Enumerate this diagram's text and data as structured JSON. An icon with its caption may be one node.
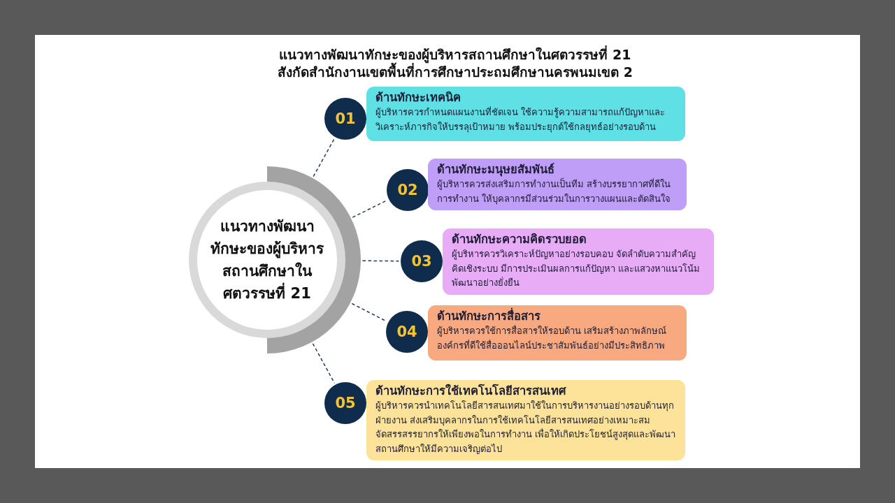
{
  "diagram": {
    "title": "แนวทางพัฒนาทักษะของผู้บริหารสถานศึกษาในศตวรรษที่ 21",
    "nodes": [
      {
        "text": [
          "แนวทางพัฒนาทักษะของผู้บริหารสถานศึกษาในศตวรรษที่ 21"
        ]
      },
      {
        "text": [
          "01"
        ]
      },
      {
        "text": [
          "ด้านทักษะเทคนิค",
          "ผู้บริหารควรกำหนดแผนงานที่ชัดเจน ใช้ความรู้ความสามารถแก้ปัญหาและวิเคราะห์ภารกิจให้บรรลุเป้าหมาย พร้อมประยุกต์ใช้กลยุทธ์อย่างรอบด้าน"
        ]
      },
      {
        "text": [
          "02"
        ]
      },
      {
        "text": [
          "ด้านทักษะมนุษยสัมพันธ์",
          "ผู้บริหารควรส่งเสริมการทำงานเป็นทีม สร้างบรรยากาศที่ดีในการทำงาน ให้บุคลากรมีส่วนร่วมในการวางแผนและตัดสินใจ"
        ]
      },
      {
        "text": [
          "03"
        ]
      },
      {
        "text": [
          "ด้านทักษะความคิดรวบยอด",
          "ผู้บริหารควรวิเคราะห์ปัญหาอย่างรอบคอบ จัดลำดับความสำคัญ คิดเชิงระบบ มีการประเมินผลการแก้ปัญหา และแสวงหาแนวโน้มพัฒนาอย่างยั่งยืน"
        ]
      },
      {
        "text": [
          "04"
        ]
      },
      {
        "text": [
          "ด้านทักษะการสื่อสาร",
          "ผู้บริหารควรใช้การสื่อสารให้รอบด้าน เสริมสร้างภาพลักษณ์องค์กรที่ดีใช้สื่อออนไลน์ประชาสัมพันธ์อย่างมีประสิทธิภาพ"
        ]
      },
      {
        "text": [
          "05"
        ]
      },
      {
        "text": [
          "ด้านทักษะการใช้เทคโนโลยีสารสนเทศ",
          "ผู้บริหารควรนำเทคโนโลยีสารสนเทศมาใช้ในการบริหารงานอย่างรอบด้านทุกฝ่ายงาน ส่งเสริมบุคลากรในการใช้เทคโนโลยีสารสนเทศอย่างเหมาะสม จัดสรรสรรยากรให้เพียงพอในการทำงาน เพื่อให้เกิดประโยชน์สูงสุดและพัฒนาสถานศึกษาให้มีความเจริญต่อไป"
        ]
      }
    ],
    "edges": [
      {
        "from": 0,
        "to": 1,
        "arrow": "none",
        "style": "dashed"
      },
      {
        "from": 0,
        "to": 3,
        "arrow": "none",
        "style": "dashed"
      },
      {
        "from": 0,
        "to": 5,
        "arrow": "none",
        "style": "dashed"
      },
      {
        "from": 0,
        "to": 7,
        "arrow": "none",
        "style": "dashed"
      },
      {
        "from": 0,
        "to": 9,
        "arrow": "none",
        "style": "dashed"
      }
    ],
    "labels": [
      "สังกัดสำนักงานเขตพื้นที่การศึกษาประถมศึกษานครพนมเขต 2"
    ]
  }
}
